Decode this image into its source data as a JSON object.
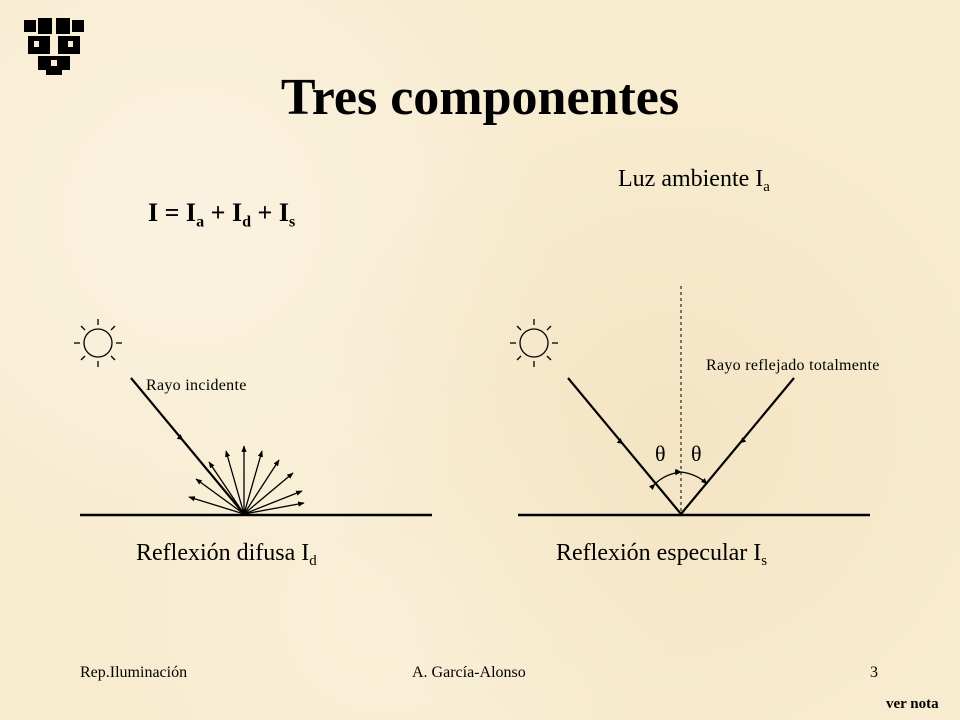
{
  "slide": {
    "title": "Tres componentes",
    "equation": {
      "lhs": "I = I",
      "sub_a": "a",
      "plus_d": " + I",
      "sub_d": "d",
      "plus_s": " + I",
      "sub_s": "s"
    },
    "ambient": {
      "label": "Luz ambiente  I",
      "sub": "a"
    },
    "diffuse": {
      "incident_label": "Rayo incidente",
      "caption": "Reflexión difusa  I",
      "sub": "d"
    },
    "specular": {
      "reflected_label": "Rayo reflejado totalmente",
      "theta_left": "θ",
      "theta_right": "θ",
      "caption": "Reflexión especular  I",
      "sub": "s"
    }
  },
  "footer": {
    "left": "Rep.Iluminación",
    "center": "A. García-Alonso",
    "page": "3",
    "note_link": "ver nota"
  },
  "icons": [
    "university-logo-icon",
    "sun-icon",
    "sun-icon"
  ]
}
